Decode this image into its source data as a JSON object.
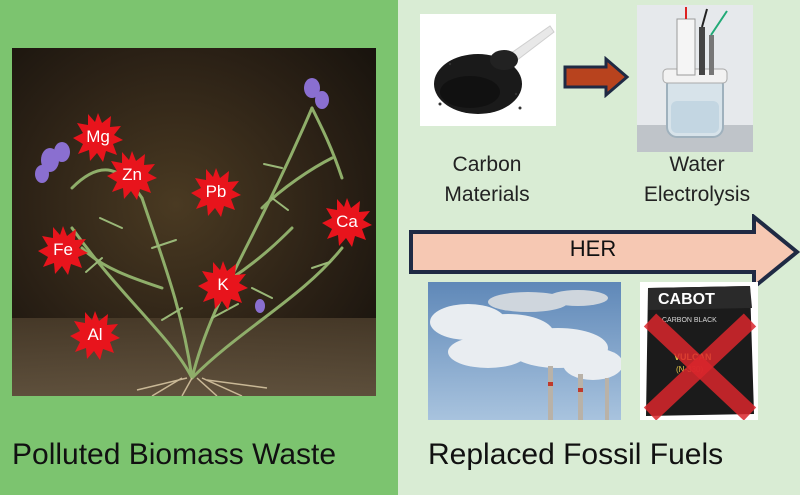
{
  "left_panel": {
    "caption": "Polluted Biomass Waste",
    "elements": [
      "Mg",
      "Zn",
      "Pb",
      "Ca",
      "Fe",
      "K",
      "Al"
    ]
  },
  "right_panel": {
    "carbon_label": "Carbon\nMaterials",
    "electrolysis_label": "Water\nElectrolysis",
    "her_label": "HER",
    "caption": "Replaced Fossil Fuels",
    "bag_text": [
      "CABOT",
      "CARBON BLACK",
      "VULCAN",
      "(N-330)"
    ]
  },
  "colors": {
    "left_background": "#7cc46f",
    "right_background": "#d9ecd4",
    "badge_red": "#e8141c",
    "arrow_small_fill": "#b8431e",
    "arrow_her_fill": "#f6c8b3",
    "arrow_outline": "#1f2a44",
    "cross_red": "#d9262c"
  }
}
